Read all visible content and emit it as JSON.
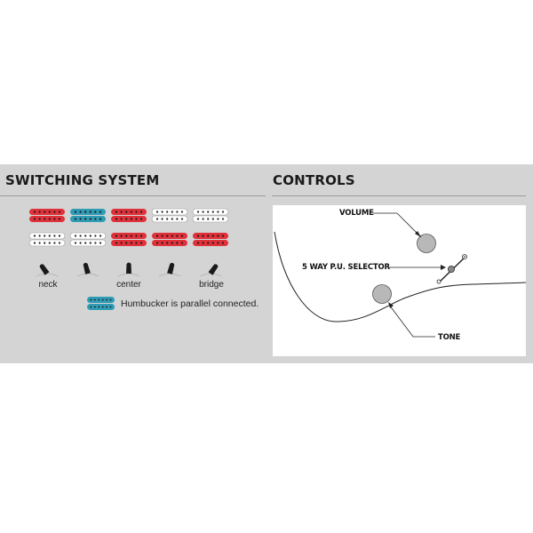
{
  "switching": {
    "title": "SWITCHING SYSTEM",
    "positions": [
      "neck",
      "",
      "center",
      "",
      "bridge"
    ],
    "columns": [
      {
        "neck": "red",
        "bridge": "white",
        "lever": "left"
      },
      {
        "neck": "blue",
        "bridge": "white",
        "lever": "mid-left"
      },
      {
        "neck": "red",
        "bridge": "red",
        "lever": "center"
      },
      {
        "neck": "white",
        "bridge": "red",
        "lever": "mid-right"
      },
      {
        "neck": "white",
        "bridge": "red",
        "lever": "right"
      }
    ],
    "legend": "Humbucker is parallel connected.",
    "colors": {
      "red": "#e0313a",
      "blue": "#2f9bb5",
      "white": "#ffffff"
    }
  },
  "controls": {
    "title": "CONTROLS",
    "volume": "VOLUME",
    "selector": "5 WAY P.U. SELECTOR",
    "tone": "TONE"
  }
}
